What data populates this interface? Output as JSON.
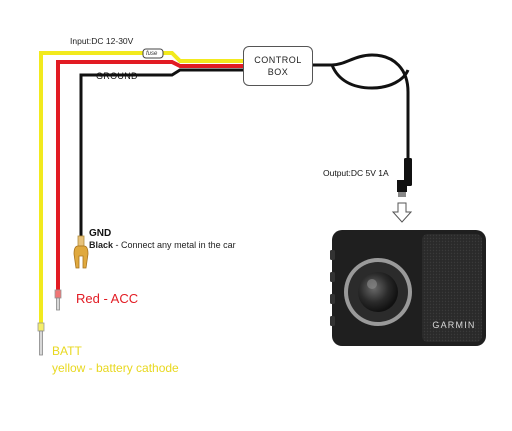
{
  "labels": {
    "input": "Input:DC 12-30V",
    "fuse": "fuse",
    "ground": "GROUND",
    "control_box_line1": "CONTROL",
    "control_box_line2": "BOX",
    "output": "Output:DC 5V 1A",
    "gnd": "GND",
    "black_word": "Black",
    "black_desc": " - Connect any metal in the car",
    "red_acc": "Red - ACC",
    "batt": "BATT",
    "yellow_desc": "yellow - battery cathode",
    "brand": "GARMIN"
  },
  "colors": {
    "yellow_wire": "#f2ea1e",
    "red_wire": "#e21b23",
    "black_wire": "#111111",
    "camera_body": "#1f1f1f",
    "lens_ring": "#9a9a9a"
  }
}
